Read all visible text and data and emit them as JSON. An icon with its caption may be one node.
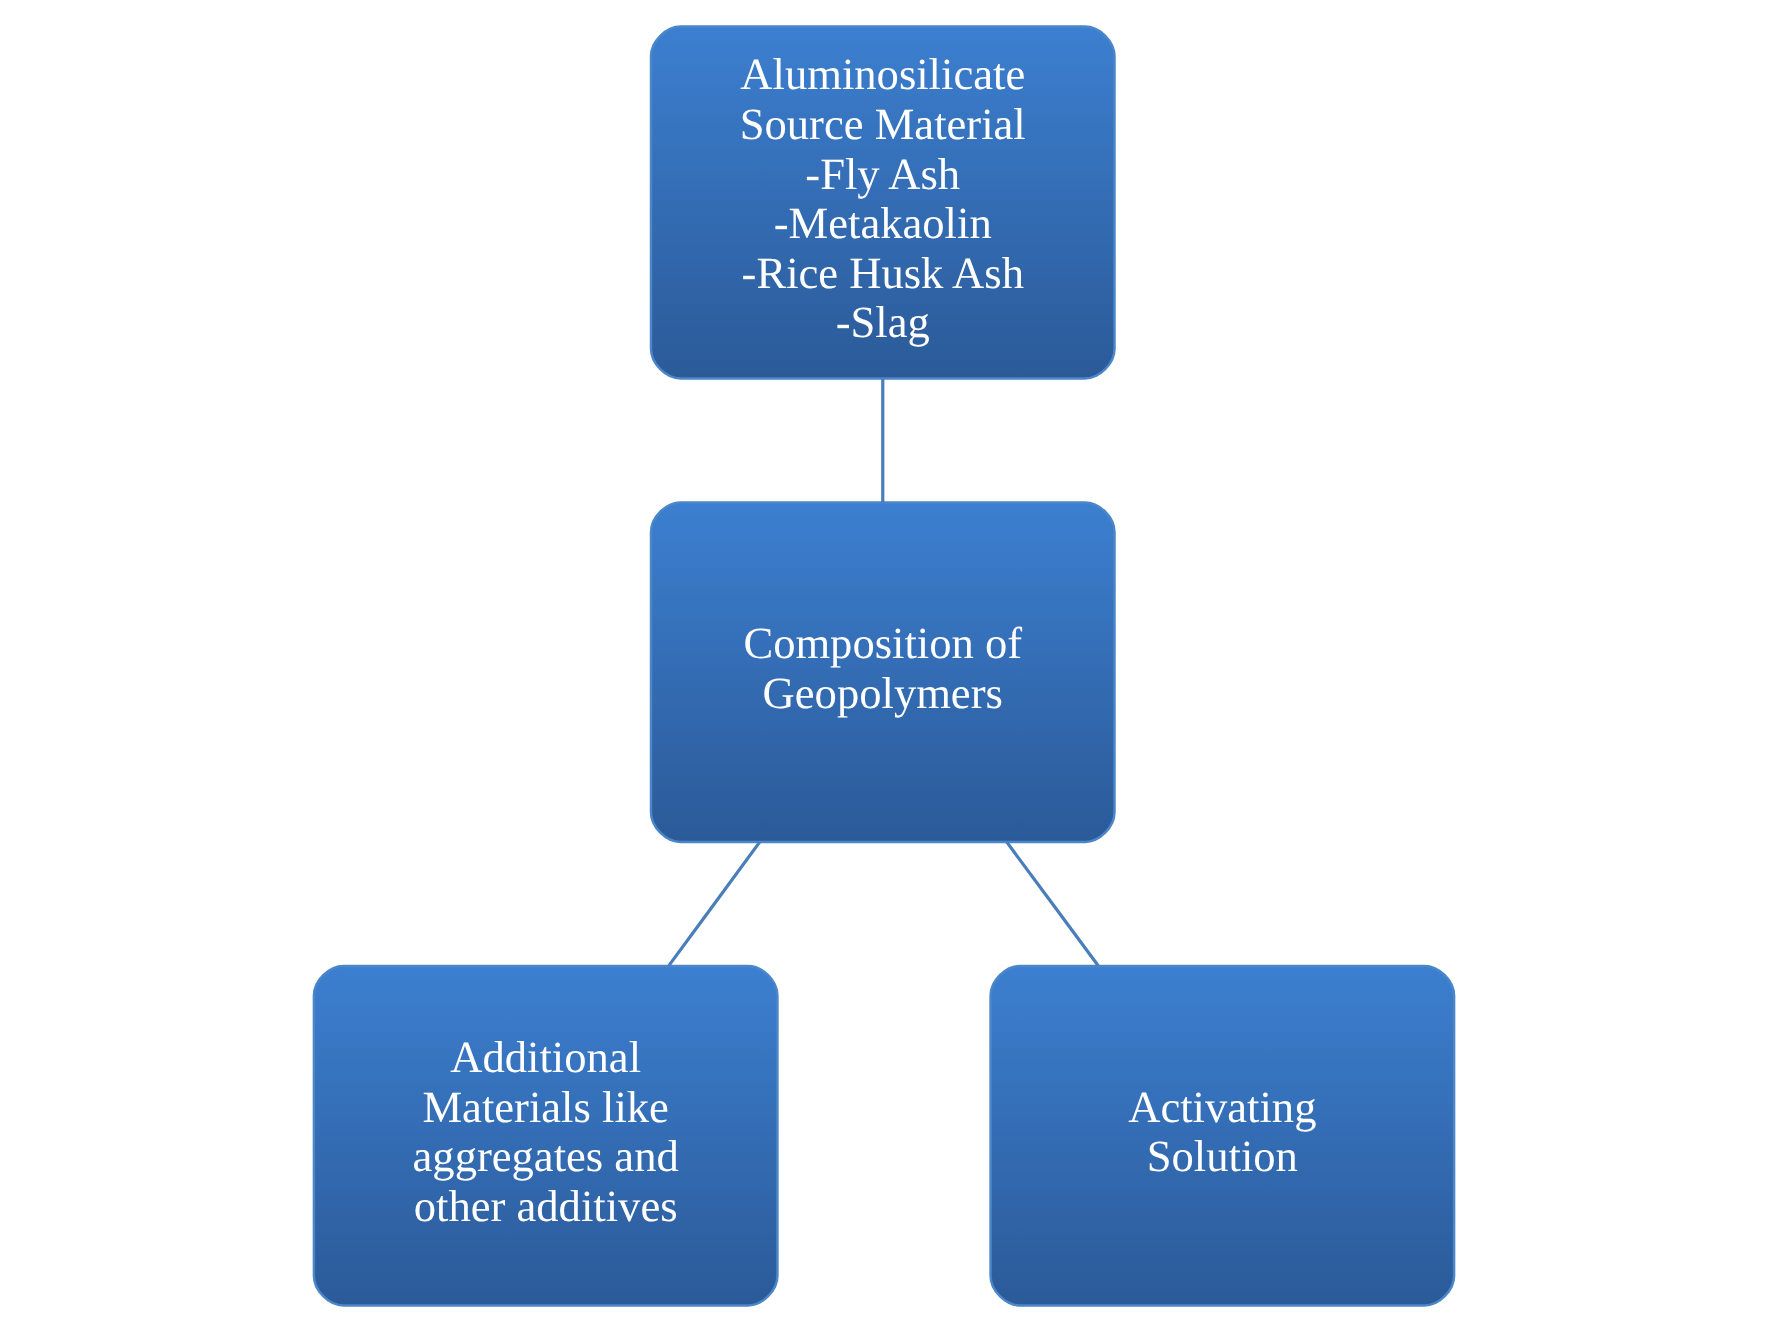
{
  "diagram": {
    "nodes": [
      {
        "text": [
          "Aluminosilicate Source Material",
          "-Fly Ash",
          "-Metakaolin",
          "-Rice Husk Ash",
          "-Slag"
        ]
      },
      {
        "text": [
          "Composition of Geopolymers"
        ]
      },
      {
        "text": [
          "Additional Materials like aggregates and other additives"
        ]
      },
      {
        "text": [
          "Activating Solution"
        ]
      }
    ],
    "edges": [
      {
        "from": 0,
        "to": 1,
        "arrow": "none"
      },
      {
        "from": 1,
        "to": 2,
        "arrow": "none"
      },
      {
        "from": 1,
        "to": 3,
        "arrow": "none"
      }
    ]
  }
}
